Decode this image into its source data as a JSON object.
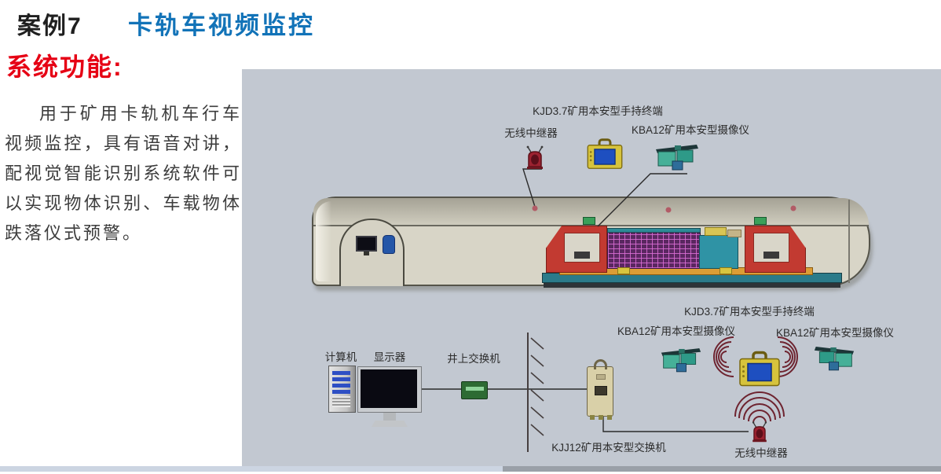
{
  "page": {
    "case_label": "案例7",
    "title": "卡轨车视频监控",
    "section_heading": "系统功能:",
    "description": "用于矿用卡轨机车行车视频监控，具有语音对讲，配视觉智能识别系统软件可以实现物体识别、车载物体跌落仪式预警。"
  },
  "diagram": {
    "surface": {
      "handheld_label": "KJD3.7矿用本安型手持终端",
      "repeater_label": "无线中继器",
      "camera_label": "KBA12矿用本安型摄像仪"
    },
    "underground": {
      "computer_label": "计算机",
      "monitor_label": "显示器",
      "surface_switch_label": "井上交换机",
      "mine_switch_label": "KJJ12矿用本安型交换机",
      "handheld_label": "KJD3.7矿用本安型手持终端",
      "camera_left_label": "KBA12矿用本安型摄像仪",
      "camera_right_label": "KBA12矿用本安型摄像仪",
      "repeater_label": "无线中继器"
    },
    "colors": {
      "panel_bg": "#c2c8d1",
      "title_blue": "#1273b8",
      "heading_red": "#e60014",
      "tunnel_fill": "#d8d5c7",
      "cab_red": "#c23a31",
      "wifi_maroon": "#6e2430"
    }
  }
}
